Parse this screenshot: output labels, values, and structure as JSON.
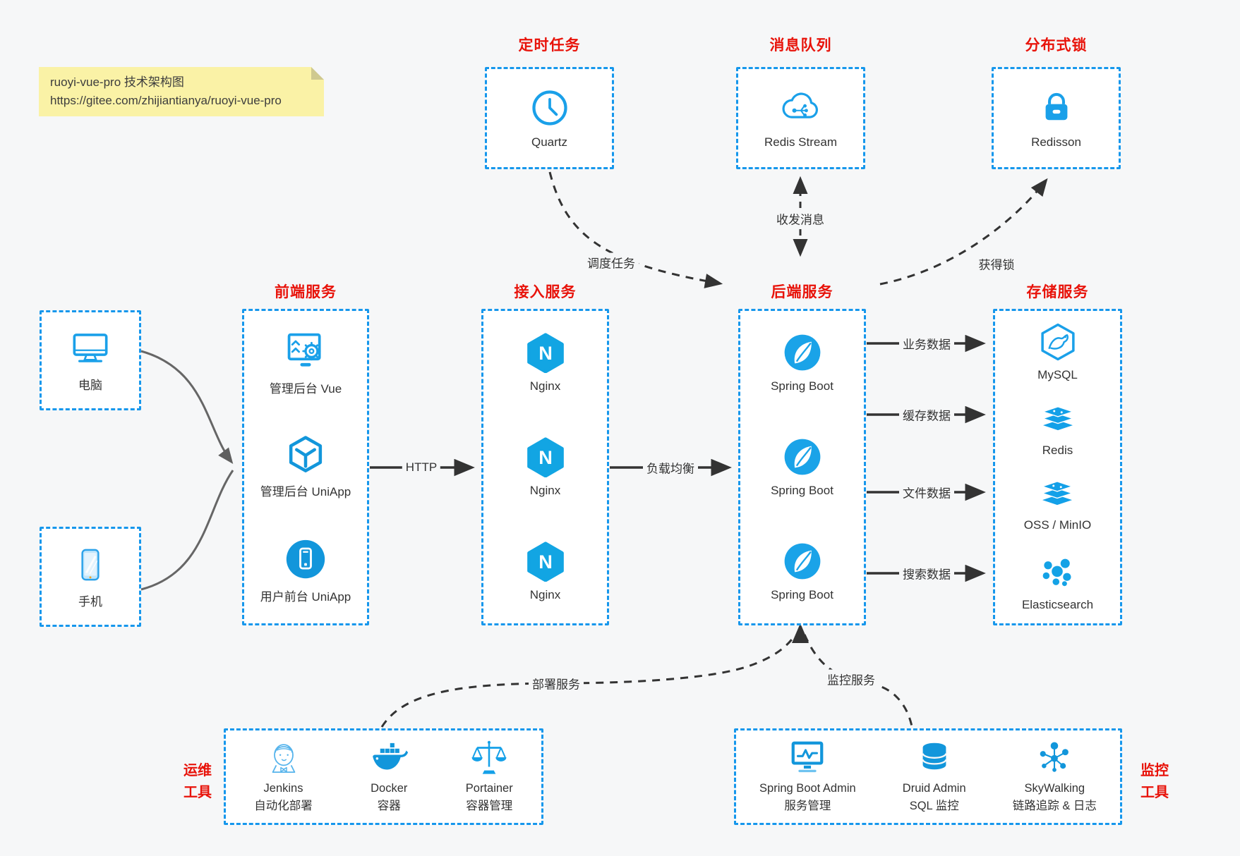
{
  "colors": {
    "accent_blue": "#1296db",
    "border_blue": "#1697ec",
    "accent_red": "#e8130a",
    "arrow_dark": "#333333",
    "arrow_gray": "#666666",
    "note_bg": "#faf2a6",
    "page_bg": "#f6f7f8"
  },
  "note": {
    "line1": "ruoyi-vue-pro 技术架构图",
    "line2": "https://gitee.com/zhijiantianya/ruoyi-vue-pro"
  },
  "top_row": [
    {
      "title": "定时任务",
      "label": "Quartz",
      "icon": "clock-icon"
    },
    {
      "title": "消息队列",
      "label": "Redis Stream",
      "icon": "cloud-queue-icon"
    },
    {
      "title": "分布式锁",
      "label": "Redisson",
      "icon": "lock-icon"
    }
  ],
  "clients": [
    {
      "label": "电脑",
      "icon": "monitor-icon"
    },
    {
      "label": "手机",
      "icon": "smartphone-icon"
    }
  ],
  "front_column": {
    "title": "前端服务",
    "items": [
      {
        "label": "管理后台 Vue",
        "icon": "admin-vue-icon"
      },
      {
        "label": "管理后台 UniApp",
        "icon": "uniapp-cube-icon"
      },
      {
        "label": "用户前台 UniApp",
        "icon": "user-app-icon"
      }
    ]
  },
  "gateway_column": {
    "title": "接入服务",
    "items": [
      {
        "label": "Nginx",
        "icon": "nginx-icon"
      },
      {
        "label": "Nginx",
        "icon": "nginx-icon"
      },
      {
        "label": "Nginx",
        "icon": "nginx-icon"
      }
    ]
  },
  "backend_column": {
    "title": "后端服务",
    "items": [
      {
        "label": "Spring Boot",
        "icon": "spring-boot-icon"
      },
      {
        "label": "Spring Boot",
        "icon": "spring-boot-icon"
      },
      {
        "label": "Spring Boot",
        "icon": "spring-boot-icon"
      }
    ]
  },
  "storage_column": {
    "title": "存储服务",
    "items": [
      {
        "label": "MySQL",
        "icon": "mysql-icon"
      },
      {
        "label": "Redis",
        "icon": "redis-stack-icon"
      },
      {
        "label": "OSS / MinIO",
        "icon": "storage-stack-icon"
      },
      {
        "label": "Elasticsearch",
        "icon": "elasticsearch-icon"
      }
    ]
  },
  "edges": {
    "schedule": "调度任务",
    "messages": "收发消息",
    "lock": "获得锁",
    "http": "HTTP",
    "load_balance": "负载均衡",
    "business_data": "业务数据",
    "cache_data": "缓存数据",
    "file_data": "文件数据",
    "search_data": "搜索数据",
    "deploy": "部署服务",
    "monitor": "监控服务"
  },
  "ops_box": {
    "side_line1": "运维",
    "side_line2": "工具",
    "items": [
      {
        "name": "Jenkins",
        "desc": "自动化部署",
        "icon": "jenkins-icon"
      },
      {
        "name": "Docker",
        "desc": "容器",
        "icon": "docker-icon"
      },
      {
        "name": "Portainer",
        "desc": "容器管理",
        "icon": "portainer-icon"
      }
    ]
  },
  "monitor_box": {
    "side_line1": "监控",
    "side_line2": "工具",
    "items": [
      {
        "name": "Spring Boot Admin",
        "desc": "服务管理",
        "icon": "sba-monitor-icon"
      },
      {
        "name": "Druid Admin",
        "desc": "SQL 监控",
        "icon": "druid-db-icon"
      },
      {
        "name": "SkyWalking",
        "desc": "链路追踪 & 日志",
        "icon": "skywalking-icon"
      }
    ]
  }
}
